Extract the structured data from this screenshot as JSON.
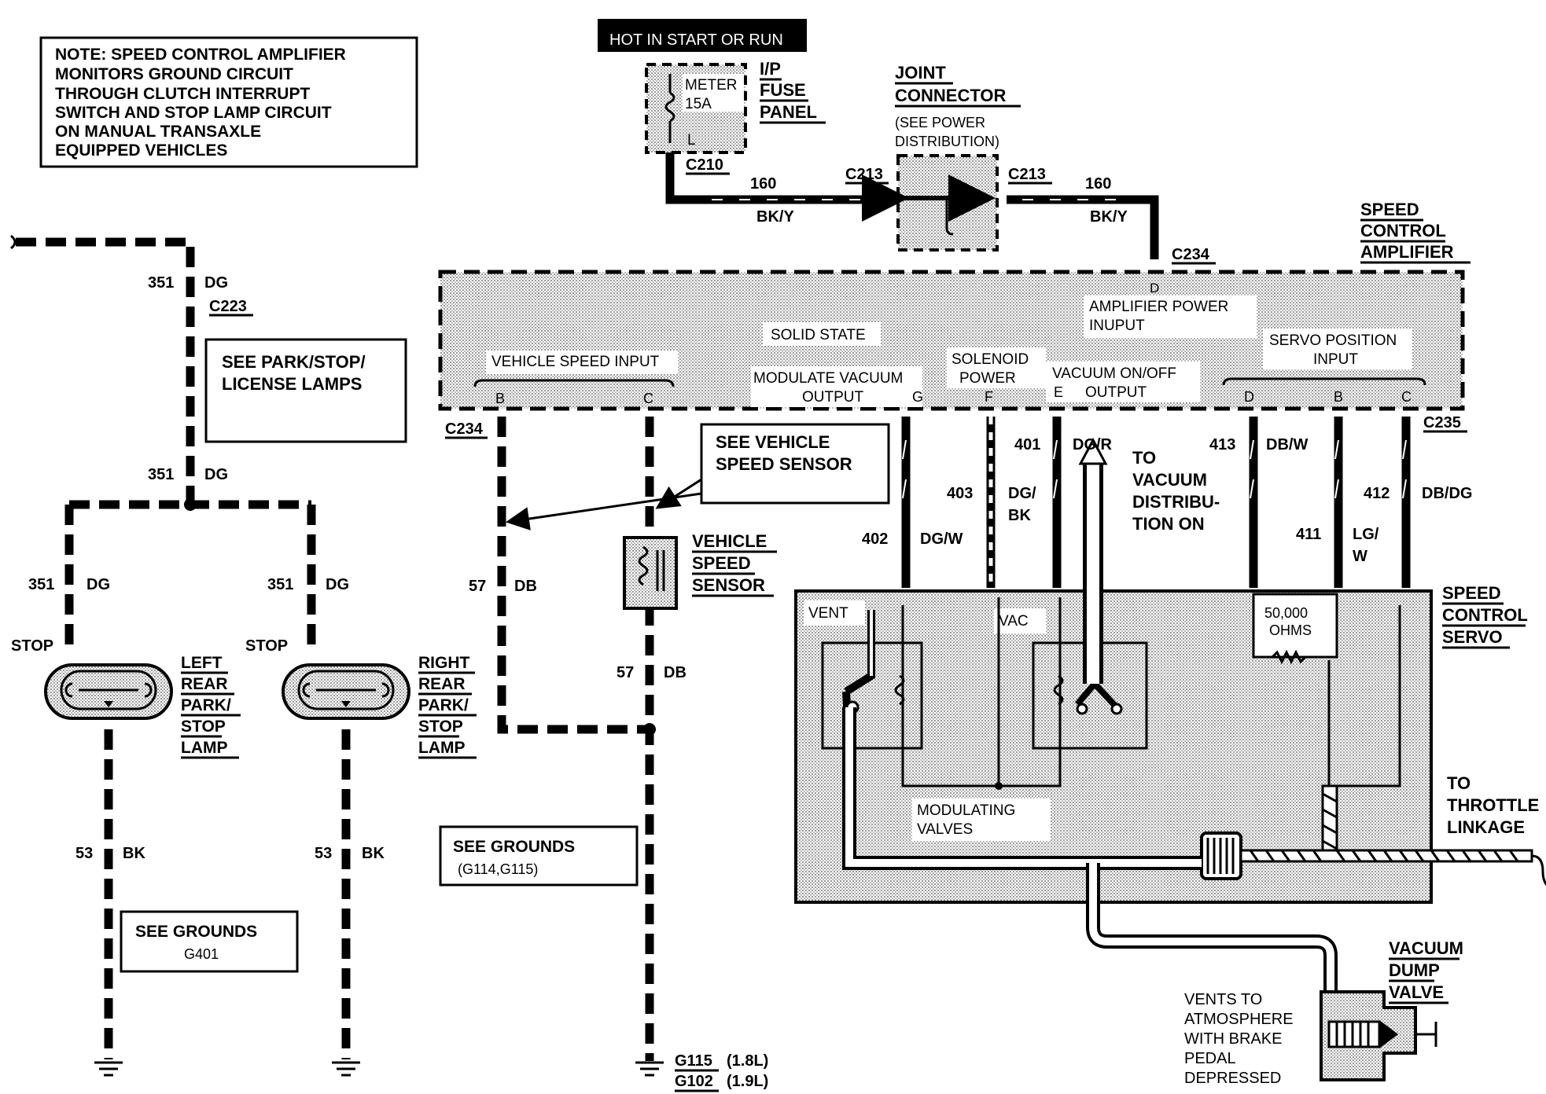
{
  "note": [
    "NOTE: SPEED CONTROL AMPLIFIER",
    "MONITORS GROUND CIRCUIT",
    "THROUGH CLUTCH INTERRUPT",
    "SWITCH AND STOP LAMP CIRCUIT",
    "ON MANUAL TRANSAXLE",
    "EQUIPPED VEHICLES"
  ],
  "hot_label": "HOT IN START OR RUN",
  "fuse": {
    "name": "METER",
    "rating": "15A",
    "pin": "L",
    "panel": [
      "I/P",
      "FUSE",
      "PANEL"
    ]
  },
  "joint": {
    "title": [
      "JOINT",
      "CONNECTOR"
    ],
    "sub": [
      "(SEE POWER",
      "DISTRIBUTION)"
    ]
  },
  "amplifier": {
    "title": [
      "SPEED",
      "CONTROL",
      "AMPLIFIER"
    ],
    "solid_state": "SOLID STATE",
    "vehicle_speed_input": "VEHICLE SPEED INPUT",
    "modulate_vacuum": [
      "MODULATE VACUUM",
      "OUTPUT"
    ],
    "solenoid_power": [
      "SOLENOID",
      "POWER"
    ],
    "vacuum_onoff": [
      "VACUUM ON/OFF",
      "OUTPUT"
    ],
    "amp_power": [
      "AMPLIFIER POWER",
      "INUPUT"
    ],
    "servo_position": [
      "SERVO POSITION",
      "INPUT"
    ],
    "pins": {
      "b1": "B",
      "c1": "C",
      "g": "G",
      "f": "F",
      "e": "E",
      "d1": "D",
      "d2": "D",
      "b2": "B",
      "c2": "C"
    }
  },
  "connectors": {
    "c210": "C210",
    "c213a": "C213",
    "c213b": "C213",
    "c234top": "C234",
    "c234": "C234",
    "c235": "C235",
    "c223": "C223"
  },
  "wires": {
    "w160a_num": "160",
    "w160a_col": "BK/Y",
    "w160b_num": "160",
    "w160b_col": "BK/Y",
    "w351_top_num": "351",
    "w351_top_col": "DG",
    "w351_mid_num": "351",
    "w351_mid_col": "DG",
    "w351_l_num": "351",
    "w351_l_col": "DG",
    "w351_r_num": "351",
    "w351_r_col": "DG",
    "w57a_num": "57",
    "w57a_col": "DB",
    "w57b_num": "57",
    "w57b_col": "DB",
    "w53l_num": "53",
    "w53l_col": "BK",
    "w53r_num": "53",
    "w53r_col": "BK",
    "w402_num": "402",
    "w402_col": "DG/W",
    "w403_num": "403",
    "w403_col": [
      "DG/",
      "BK"
    ],
    "w401_num": "401",
    "w401_col": "DG/R",
    "w413_num": "413",
    "w413_col": "DB/W",
    "w411_num": "411",
    "w411_col": [
      "LG/",
      "W"
    ],
    "w412_num": "412",
    "w412_col": "DB/DG"
  },
  "refs": {
    "park_stop": [
      "SEE PARK/STOP/",
      "LICENSE LAMPS"
    ],
    "vss": [
      "SEE VEHICLE",
      "SPEED SENSOR"
    ],
    "grounds1": [
      "SEE GROUNDS",
      "(G114,G115)"
    ],
    "grounds2": [
      "SEE GROUNDS",
      "G401"
    ]
  },
  "lamps": {
    "stop_l": "STOP",
    "stop_r": "STOP",
    "left": [
      "LEFT",
      "REAR",
      "PARK/",
      "STOP",
      "LAMP"
    ],
    "right": [
      "RIGHT",
      "REAR",
      "PARK/",
      "STOP",
      "LAMP"
    ]
  },
  "vss_label": [
    "VEHICLE",
    "SPEED",
    "SENSOR"
  ],
  "to_vacuum": [
    "TO",
    "VACUUM",
    "DISTRIBU-",
    "TION ON"
  ],
  "servo": {
    "title": [
      "SPEED",
      "CONTROL",
      "SERVO"
    ],
    "vent": "VENT",
    "vac": "VAC",
    "ohms": [
      "50,000",
      "OHMS"
    ],
    "modulating": [
      "MODULATING",
      "VALVES"
    ],
    "throttle": [
      "TO",
      "THROTTLE",
      "LINKAGE"
    ]
  },
  "dump_valve": {
    "title": [
      "VACUUM",
      "DUMP",
      "VALVE"
    ],
    "vents": [
      "VENTS TO",
      "ATMOSPHERE",
      "WITH BRAKE",
      "PEDAL",
      "DEPRESSED"
    ]
  },
  "grounds": {
    "g115": "G115",
    "g115_note": "(1.8L)",
    "g102": "G102",
    "g102_note": "(1.9L)"
  }
}
